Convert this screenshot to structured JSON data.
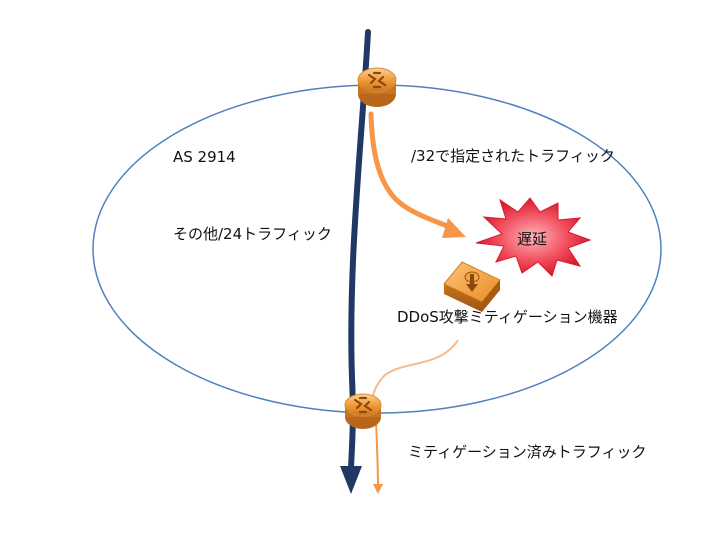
{
  "labels": {
    "as_number": "AS 2914",
    "specified_traffic": "/32で指定されたトラフィック",
    "other_traffic": "その他/24トラフィック",
    "delay": "遅延",
    "ddos_device": "DDoS攻撃ミティゲーション機器",
    "mitigated_traffic": "ミティゲーション済みトラフィック"
  },
  "colors": {
    "as_boundary": "#4f81bd",
    "main_traffic": "#1f3864",
    "diverted_traffic": "#f79646",
    "router": "#f0a040",
    "delay_burst": "#e8283c"
  },
  "icons": {
    "top_router": "router-icon",
    "bottom_router": "router-icon",
    "mitigation_device": "ddos-mitigation-icon",
    "delay_marker": "burst-icon"
  }
}
